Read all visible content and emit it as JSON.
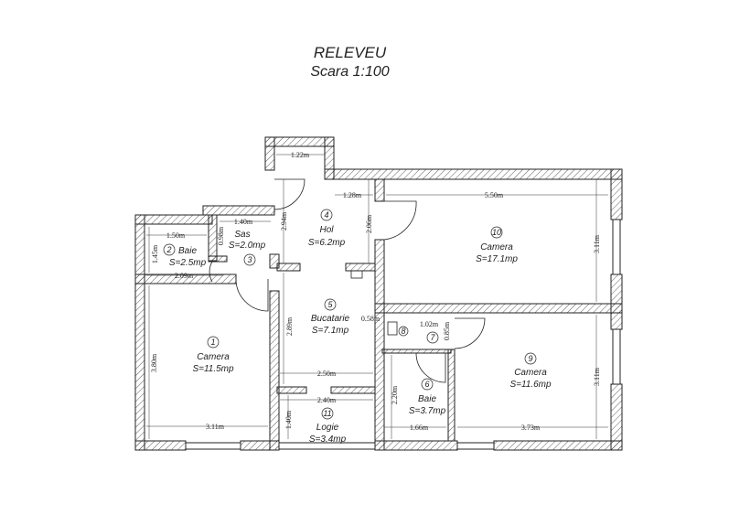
{
  "title": "RELEVEU",
  "scale": "Scara 1:100",
  "rooms": [
    {
      "num": "1",
      "name": "Camera",
      "area": "S=11.5mp"
    },
    {
      "num": "2",
      "name": "Baie",
      "area": "S=2.5mp"
    },
    {
      "num": "3",
      "name": "Sas",
      "area": "S=2.0mp"
    },
    {
      "num": "4",
      "name": "Hol",
      "area": "S=6.2mp"
    },
    {
      "num": "5",
      "name": "Bucatarie",
      "area": "S=7.1mp"
    },
    {
      "num": "6",
      "name": "Baie",
      "area": "S=3.7mp"
    },
    {
      "num": "7"
    },
    {
      "num": "8"
    },
    {
      "num": "9",
      "name": "Camera",
      "area": "S=11.6mp"
    },
    {
      "num": "10",
      "name": "Camera",
      "area": "S=17.1mp"
    },
    {
      "num": "11",
      "name": "Logie",
      "area": "S=3.4mp"
    }
  ],
  "dims": {
    "d122": "1.22m",
    "d128": "1.28m",
    "d550": "5.50m",
    "d140a": "1.40m",
    "d150": "1.50m",
    "d098": "0.98m",
    "d294": "2.94m",
    "d206": "2.06m",
    "d145": "1.45m",
    "d209": "2.09m",
    "d311a": "3.11m",
    "d289": "2.89m",
    "d380": "3.80m",
    "d250": "2.50m",
    "d240": "2.40m",
    "d140b": "1.40m",
    "d311b": "3.11m",
    "d058": "0.58m",
    "d102": "1.02m",
    "d085": "0.85m",
    "d220": "2.20m",
    "d166": "1.66m",
    "d373": "3.73m",
    "d311c": "3.11m"
  }
}
